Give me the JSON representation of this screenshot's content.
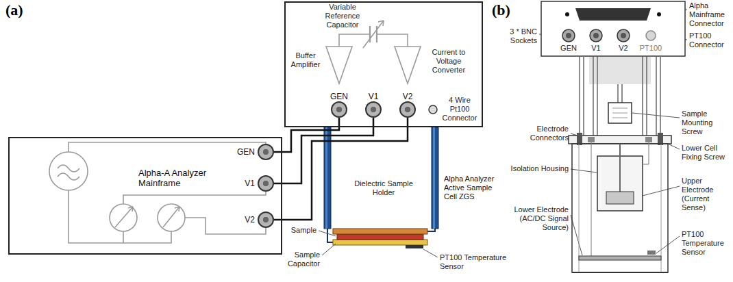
{
  "diagram": {
    "nodes": [
      {
        "text": [
          "Alpha Analyzer Active Sample Cell ZGS"
        ]
      },
      {
        "text": [
          "GEN"
        ],
        "in": 0
      },
      {
        "text": [
          "V1"
        ],
        "in": 0
      },
      {
        "text": [
          "V2"
        ],
        "in": 0
      },
      {
        "text": [
          "Alpha-A Analyzer Mainframe"
        ]
      },
      {
        "text": [
          "GEN"
        ],
        "in": 4
      },
      {
        "text": [
          "V1"
        ],
        "in": 4
      },
      {
        "text": [
          "V2"
        ],
        "in": 4
      }
    ],
    "edges": [
      {
        "from": 5,
        "to": 1,
        "arrow": "none"
      },
      {
        "from": 6,
        "to": 2,
        "arrow": "none"
      },
      {
        "from": 7,
        "to": 3,
        "arrow": "none"
      }
    ],
    "labels": [
      "(a)",
      "Variable Reference Capacitor",
      "Buffer Amplifier",
      "Current to Voltage Converter",
      "4 Wire Pt100 Connector",
      "Dielectric Sample Holder",
      "Sample",
      "Sample Capacitor",
      "PT100 Temperature Sensor",
      "(b)",
      "Alpha Mainframe Connector",
      "3 * BNC Sockets",
      "GEN",
      "V1",
      "V2",
      "PT100",
      "PT100 Connector",
      "Sample Mounting Screw",
      "Electrode Connectors",
      "Lower Cell Fixing Screw",
      "Isolation Housing",
      "Upper Electrode (Current Sense)",
      "Lower Electrode (AC/DC Signal Source)",
      "PT100 Temperature Sensor"
    ]
  }
}
